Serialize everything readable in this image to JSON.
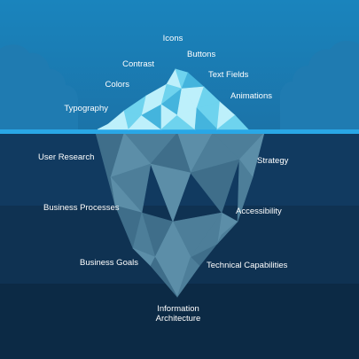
{
  "colors": {
    "sky_top": "#1a84bd",
    "sky_bottom": "#1b73a8",
    "cloud": "#1f7bb1",
    "waterline": "#29a7e6",
    "water_1": "#113a60",
    "water_2": "#0f3252",
    "water_3": "#0c2a45",
    "ice_light": "#bdf0fb",
    "ice_mid": "#6ed3ee",
    "ice_dark": "#44b4dd",
    "sub_light": "#5c8ea8",
    "sub_mid": "#4d7e99",
    "sub_dark": "#3f6e8a"
  },
  "above_water": [
    {
      "id": "icons",
      "text": "Icons"
    },
    {
      "id": "buttons",
      "text": "Buttons"
    },
    {
      "id": "contrast",
      "text": "Contrast"
    },
    {
      "id": "text-fields",
      "text": "Text Fields"
    },
    {
      "id": "colors",
      "text": "Colors"
    },
    {
      "id": "animations",
      "text": "Animations"
    },
    {
      "id": "typography",
      "text": "Typography"
    }
  ],
  "below_water": [
    {
      "id": "user-research",
      "text": "User Research"
    },
    {
      "id": "strategy",
      "text": "Strategy"
    },
    {
      "id": "business-processes",
      "text": "Business Processes"
    },
    {
      "id": "accessibility",
      "text": "Accessibility"
    },
    {
      "id": "business-goals",
      "text": "Business Goals"
    },
    {
      "id": "technical-capabilities",
      "text": "Technical Capabilities"
    },
    {
      "id": "information-architecture",
      "text": "Information\nArchitecture"
    }
  ]
}
